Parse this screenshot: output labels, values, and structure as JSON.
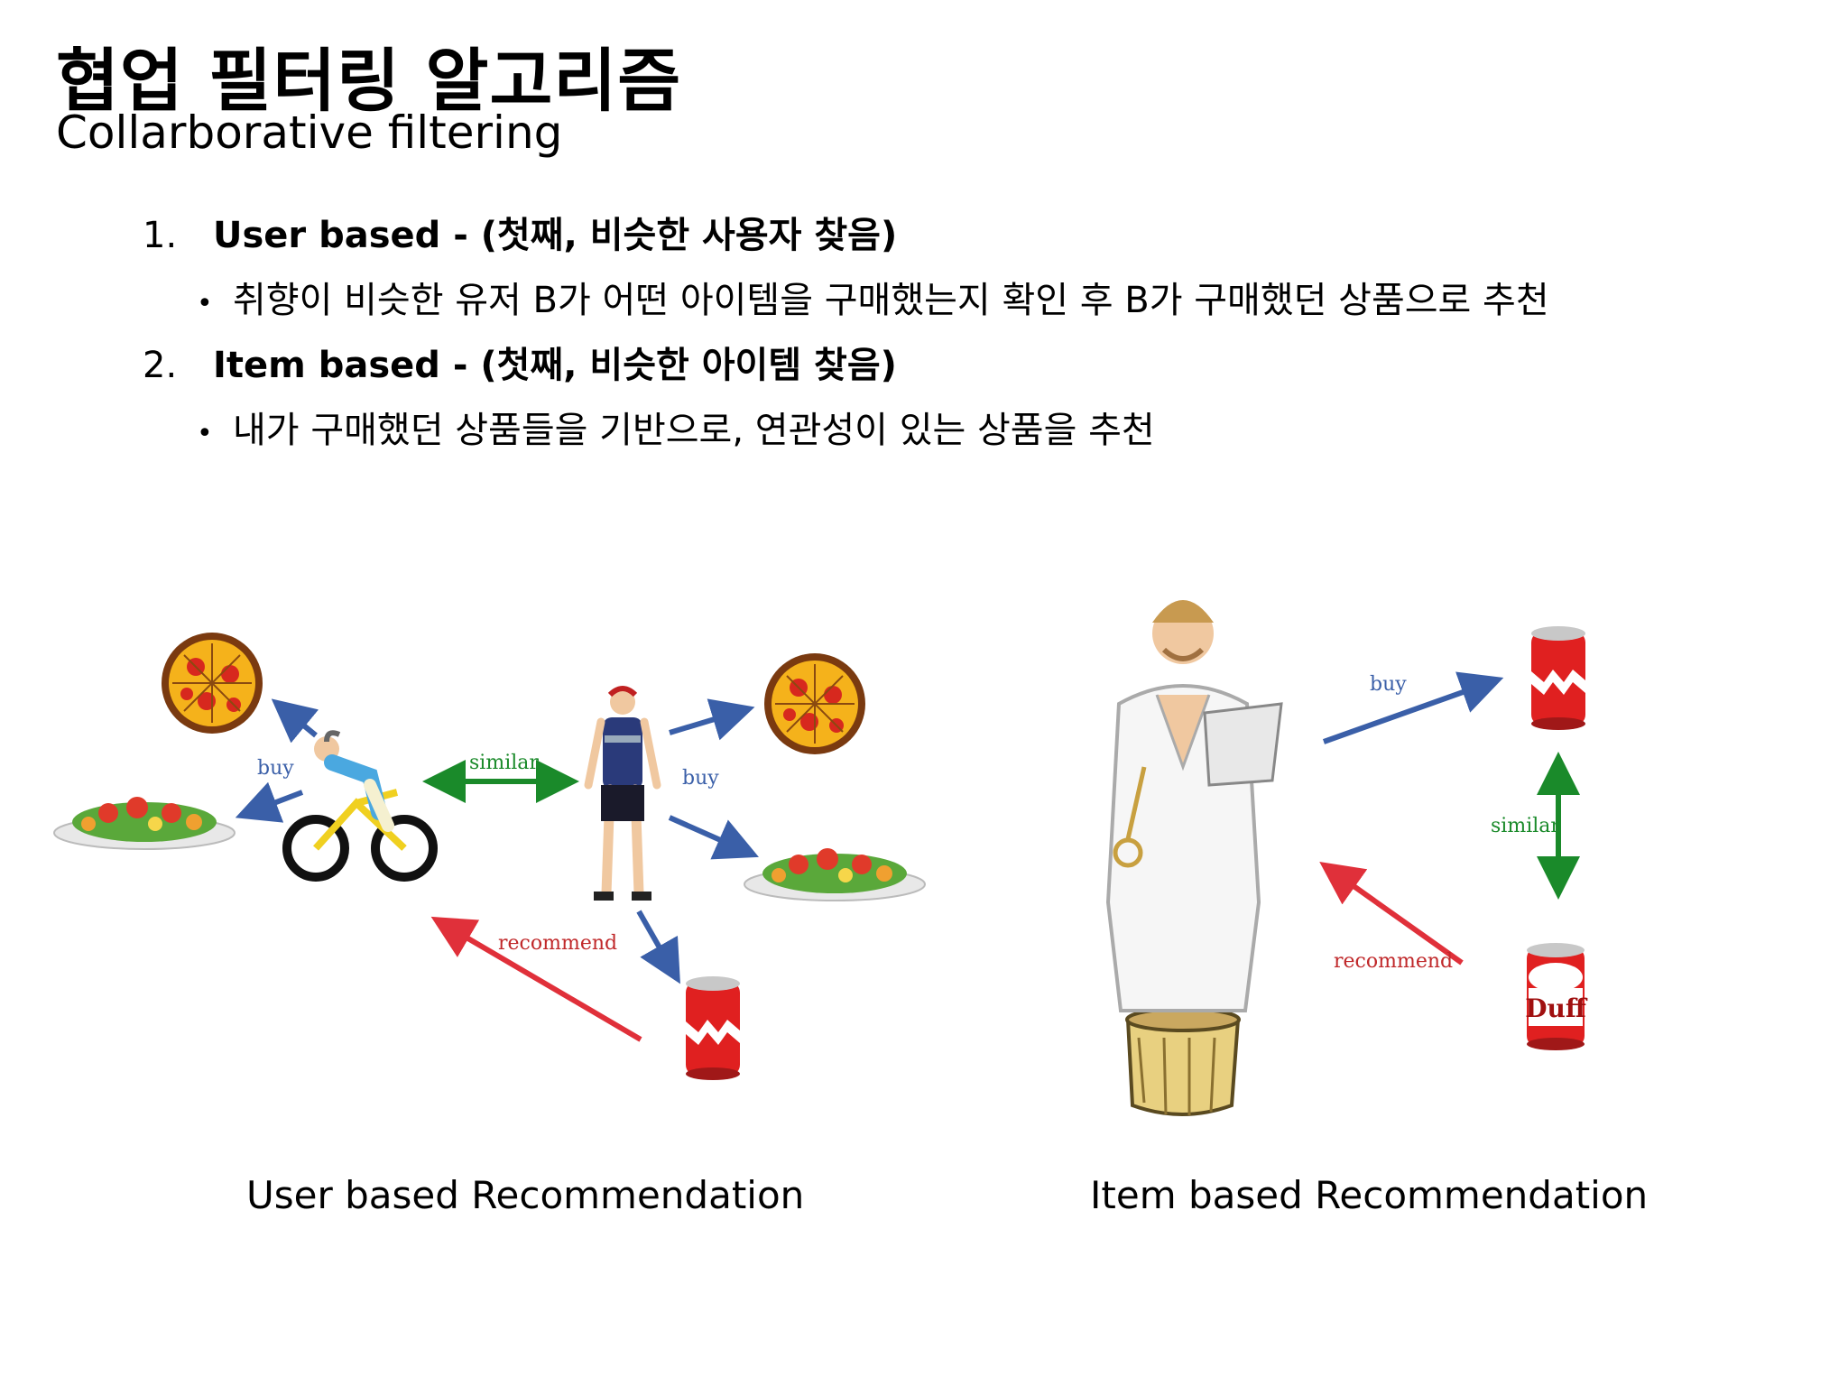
{
  "title": "협업 필터링 알고리즘",
  "subtitle": "Collarborative filtering",
  "list": [
    {
      "num": "1.",
      "label": "User based - (첫째, 비슷한 사용자 찾음)",
      "bullet": "취향이 비슷한 유저 B가 어떤 아이템을 구매했는지 확인 후 B가 구매했던 상품으로 추천"
    },
    {
      "num": "2.",
      "label": "Item based - (첫째, 비슷한 아이템 찾음)",
      "bullet": "내가 구매했던 상품들을 기반으로, 연관성이 있는 상품을 추천"
    }
  ],
  "left_diagram": {
    "buy_left": "buy",
    "similar": "similar",
    "buy_right": "buy",
    "recommend": "recommend",
    "caption": "User based Recommendation"
  },
  "right_diagram": {
    "buy": "buy",
    "similar": "similar",
    "recommend": "recommend",
    "can_brand": "Duff",
    "caption": "Item based Recommendation"
  },
  "colors": {
    "blue_arrow": "#3a5fa8",
    "green_arrow": "#1a8a2a",
    "red_arrow": "#e0303a",
    "can_red": "#e02020"
  }
}
